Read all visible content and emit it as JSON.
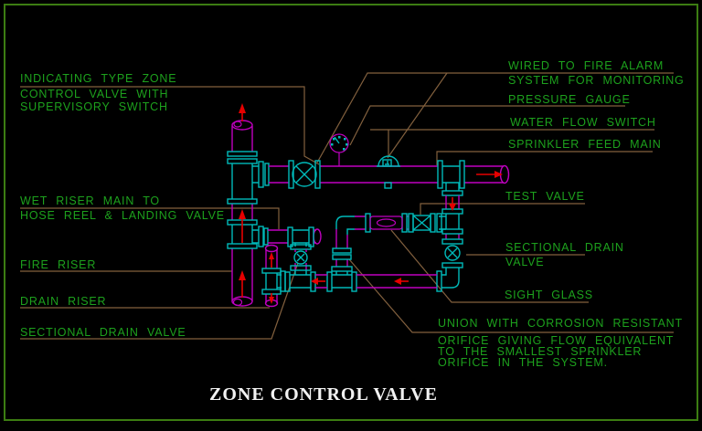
{
  "drawing": {
    "title": "ZONE CONTROL VALVE",
    "colors": {
      "background": "#000000",
      "border": "#3c7d12",
      "label": "#1da11d",
      "leader": "#82603e",
      "pipe": "#bf00bf",
      "fitting": "#00b9b9",
      "arrow": "#e60000",
      "title": "#f2f2f2"
    },
    "labels": {
      "indicating_zone_valve": {
        "lines": [
          "INDICATING TYPE ZONE",
          "CONTROL VALVE WITH",
          "SUPERVISORY SWITCH"
        ]
      },
      "wet_riser_main": {
        "lines": [
          "WET RISER MAIN TO",
          "HOSE REEL & LANDING VALVE"
        ]
      },
      "fire_riser": {
        "text": "FIRE RISER"
      },
      "drain_riser": {
        "text": "DRAIN RISER"
      },
      "sectional_drain_valve_left": {
        "text": "SECTIONAL DRAIN VALVE"
      },
      "wired_fire_alarm": {
        "lines": [
          "WIRED TO FIRE ALARM",
          "SYSTEM FOR MONITORING"
        ]
      },
      "pressure_gauge": {
        "text": "PRESSURE GAUGE"
      },
      "water_flow_switch": {
        "text": "WATER FLOW SWITCH"
      },
      "sprinkler_feed_main": {
        "text": "SPRINKLER FEED MAIN"
      },
      "test_valve": {
        "text": "TEST VALVE"
      },
      "sectional_drain_valve_right": {
        "lines": [
          "SECTIONAL DRAIN",
          "VALVE"
        ]
      },
      "sight_glass": {
        "text": "SIGHT GLASS"
      },
      "union_orifice": {
        "lines": [
          "UNION WITH CORROSION RESISTANT",
          "ORIFICE GIVING FLOW EQUIVALENT",
          "TO THE SMALLEST SPRINKLER",
          "ORIFICE IN THE SYSTEM."
        ]
      }
    },
    "components": [
      "indicating zone control valve with supervisory switch",
      "pressure gauge",
      "water flow switch",
      "sprinkler feed main",
      "fire riser",
      "wet riser main",
      "drain riser",
      "sectional drain valve",
      "test valve",
      "sight glass",
      "union with corrosion resistant orifice"
    ]
  }
}
